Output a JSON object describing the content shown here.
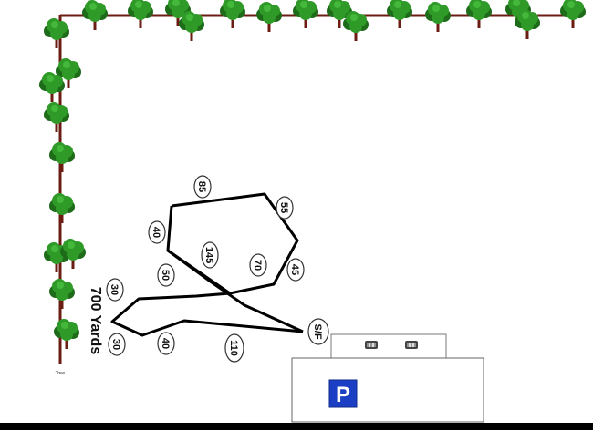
{
  "map": {
    "distance_label": "700 Yards",
    "start_finish": "S/F",
    "tree_label": "Tree",
    "parking_symbol": "P",
    "distances": [
      "85",
      "55",
      "40",
      "145",
      "70",
      "45",
      "50",
      "30",
      "30",
      "40",
      "110"
    ],
    "colors": {
      "trees": "#2f9a28",
      "tree_trunk": "#6b1d14",
      "course_line": "#000000",
      "parking_sign": "#1a3fc4",
      "road": "#000000"
    },
    "icons": [
      "tree-icon",
      "car-icon",
      "parking-sign-icon"
    ]
  }
}
